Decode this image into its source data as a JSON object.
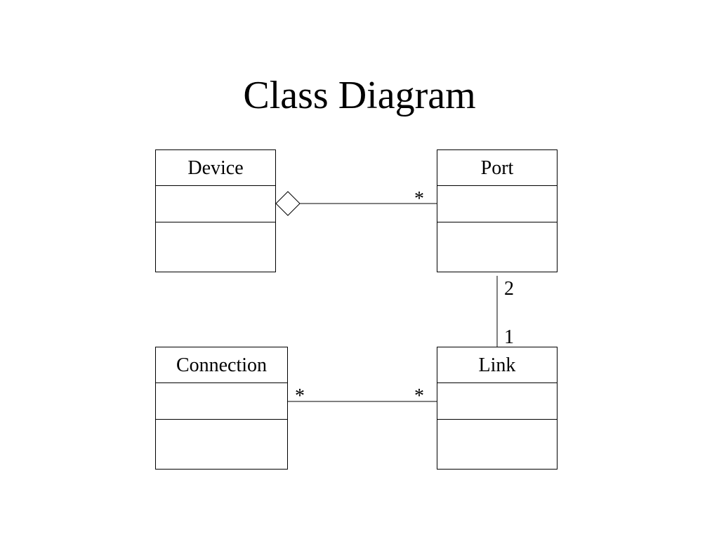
{
  "title": "Class Diagram",
  "classes": {
    "device": {
      "name": "Device"
    },
    "port": {
      "name": "Port"
    },
    "connection": {
      "name": "Connection"
    },
    "link": {
      "name": "Link"
    }
  },
  "associations": {
    "device_port": {
      "kind": "aggregation",
      "port_end": "*"
    },
    "port_link": {
      "port_end": "2",
      "link_end": "1"
    },
    "connection_link": {
      "connection_end": "*",
      "link_end": "*"
    }
  }
}
